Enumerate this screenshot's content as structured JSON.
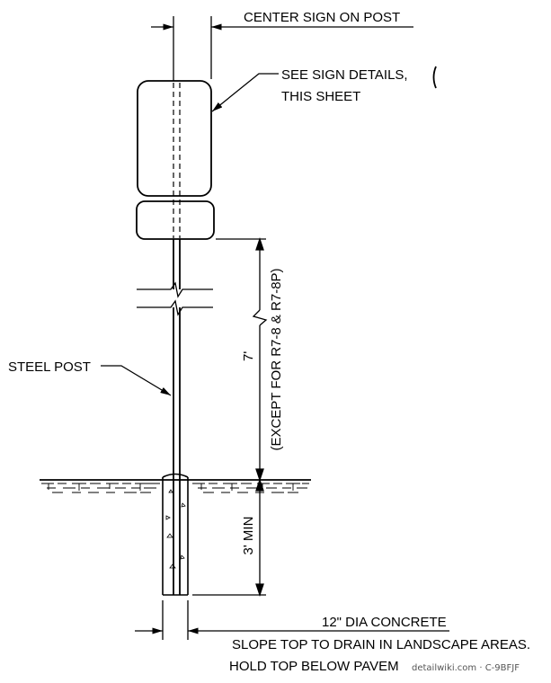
{
  "labels": {
    "center_sign": "CENTER SIGN ON POST",
    "see_details_1": "SEE SIGN DETAILS,",
    "see_details_2": "THIS SHEET",
    "steel_post": "STEEL POST",
    "dim_height": "7'",
    "dim_except": "(EXCEPT FOR R7-8 & R7-8P)",
    "dim_embed": "3' MIN",
    "concrete": "12\" DIA CONCRETE",
    "slope_note": "SLOPE TOP TO DRAIN IN LANDSCAPE AREAS.",
    "hold_note": "HOLD TOP BELOW PAVEM",
    "watermark": "detailwiki.com · C-9BFJF"
  }
}
